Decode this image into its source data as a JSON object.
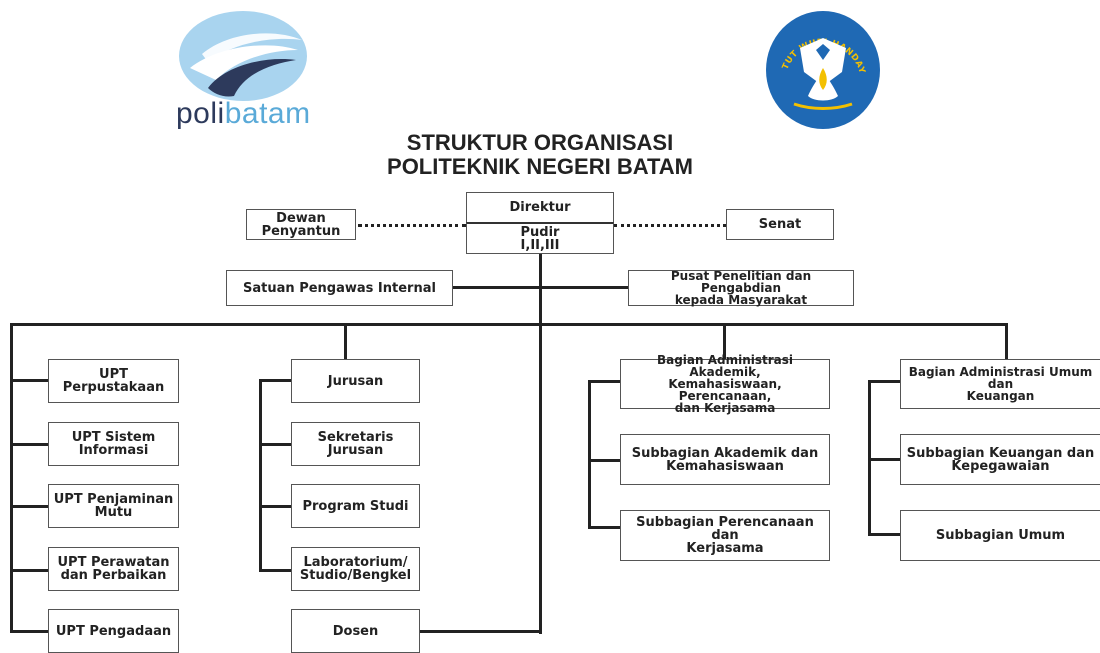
{
  "logos": {
    "polibatam": {
      "part1": "poli",
      "part2": "batam",
      "colors": {
        "dark": "#2d3a5c",
        "light": "#5aaad8"
      }
    },
    "tutwuri": {
      "motto": "TUT WURI HANDAYANI",
      "colors": {
        "blue": "#1f69b4",
        "yellow": "#f3c000"
      }
    }
  },
  "title": "STRUKTUR ORGANISASI\nPOLITEKNIK NEGERI BATAM",
  "nodes": {
    "direktur": "Direktur",
    "pudir": "Pudir\nI,II,III",
    "dewan": "Dewan\nPenyantun",
    "senat": "Senat",
    "spi": "Satuan Pengawas Internal",
    "p3m": "Pusat Penelitian dan Pengabdian\nkepada Masyarakat",
    "upt_perpustakaan": "UPT Perpustakaan",
    "upt_si": "UPT Sistem\nInformasi",
    "upt_pm": "UPT Penjaminan\nMutu",
    "upt_pp": "UPT Perawatan\ndan Perbaikan",
    "upt_pengadaan": "UPT Pengadaan",
    "jurusan": "Jurusan",
    "sekjur": "Sekretaris Jurusan",
    "prodi": "Program Studi",
    "lab": "Laboratorium/\nStudio/Bengkel",
    "dosen": "Dosen",
    "baak": "Bagian Administrasi Akademik,\nKemahasiswaan, Perencanaan,\ndan Kerjasama",
    "sub_akademik": "Subbagian Akademik dan\nKemahasiswaan",
    "sub_perencanaan": "Subbagian Perencanaan dan\nKerjasama",
    "bauk": "Bagian Administrasi Umum dan\nKeuangan",
    "sub_keuangan": "Subbagian Keuangan dan\nKepegawaian",
    "sub_umum": "Subbagian Umum"
  }
}
